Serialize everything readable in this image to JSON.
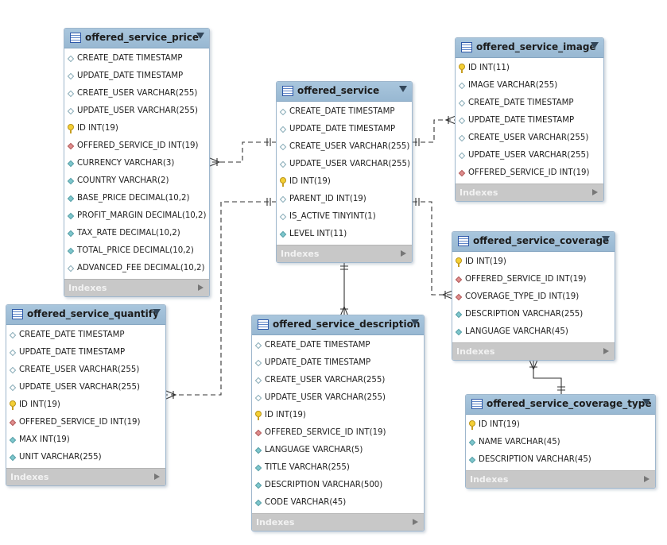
{
  "tables": {
    "price": {
      "name": "offered_service_price",
      "columns": [
        {
          "text": "CREATE_DATE TIMESTAMP",
          "icon": "nullable-column-icon"
        },
        {
          "text": "UPDATE_DATE TIMESTAMP",
          "icon": "nullable-column-icon"
        },
        {
          "text": "CREATE_USER VARCHAR(255)",
          "icon": "nullable-column-icon"
        },
        {
          "text": "UPDATE_USER VARCHAR(255)",
          "icon": "nullable-column-icon"
        },
        {
          "text": "ID INT(19)",
          "icon": "primary-key-icon"
        },
        {
          "text": "OFFERED_SERVICE_ID INT(19)",
          "icon": "foreign-key-icon"
        },
        {
          "text": "CURRENCY VARCHAR(3)",
          "icon": "not-null-column-icon"
        },
        {
          "text": "COUNTRY VARCHAR(2)",
          "icon": "not-null-column-icon"
        },
        {
          "text": "BASE_PRICE DECIMAL(10,2)",
          "icon": "not-null-column-icon"
        },
        {
          "text": "PROFIT_MARGIN DECIMAL(10,2)",
          "icon": "not-null-column-icon"
        },
        {
          "text": "TAX_RATE DECIMAL(10,2)",
          "icon": "not-null-column-icon"
        },
        {
          "text": "TOTAL_PRICE DECIMAL(10,2)",
          "icon": "not-null-column-icon"
        },
        {
          "text": "ADVANCED_FEE DECIMAL(10,2)",
          "icon": "nullable-column-icon"
        }
      ],
      "indexes_label": "Indexes"
    },
    "service": {
      "name": "offered_service",
      "columns": [
        {
          "text": "CREATE_DATE TIMESTAMP",
          "icon": "nullable-column-icon"
        },
        {
          "text": "UPDATE_DATE TIMESTAMP",
          "icon": "nullable-column-icon"
        },
        {
          "text": "CREATE_USER VARCHAR(255)",
          "icon": "nullable-column-icon"
        },
        {
          "text": "UPDATE_USER VARCHAR(255)",
          "icon": "nullable-column-icon"
        },
        {
          "text": "ID INT(19)",
          "icon": "primary-key-icon"
        },
        {
          "text": "PARENT_ID INT(19)",
          "icon": "nullable-column-icon"
        },
        {
          "text": "IS_ACTIVE TINYINT(1)",
          "icon": "nullable-column-icon"
        },
        {
          "text": "LEVEL INT(11)",
          "icon": "not-null-column-icon"
        }
      ],
      "indexes_label": "Indexes"
    },
    "image": {
      "name": "offered_service_image",
      "columns": [
        {
          "text": "ID INT(11)",
          "icon": "primary-key-icon"
        },
        {
          "text": "IMAGE VARCHAR(255)",
          "icon": "nullable-column-icon"
        },
        {
          "text": "CREATE_DATE TIMESTAMP",
          "icon": "nullable-column-icon"
        },
        {
          "text": "UPDATE_DATE TIMESTAMP",
          "icon": "nullable-column-icon"
        },
        {
          "text": "CREATE_USER VARCHAR(255)",
          "icon": "nullable-column-icon"
        },
        {
          "text": "UPDATE_USER VARCHAR(255)",
          "icon": "nullable-column-icon"
        },
        {
          "text": "OFFERED_SERVICE_ID INT(19)",
          "icon": "foreign-key-icon"
        }
      ],
      "indexes_label": "Indexes"
    },
    "coverage": {
      "name": "offered_service_coverage",
      "columns": [
        {
          "text": "ID INT(19)",
          "icon": "primary-key-icon"
        },
        {
          "text": "OFFERED_SERVICE_ID INT(19)",
          "icon": "foreign-key-icon"
        },
        {
          "text": "COVERAGE_TYPE_ID INT(19)",
          "icon": "foreign-key-icon"
        },
        {
          "text": "DESCRIPTION VARCHAR(255)",
          "icon": "not-null-column-icon"
        },
        {
          "text": "LANGUAGE VARCHAR(45)",
          "icon": "not-null-column-icon"
        }
      ],
      "indexes_label": "Indexes"
    },
    "quantify": {
      "name": "offered_service_quantify",
      "columns": [
        {
          "text": "CREATE_DATE TIMESTAMP",
          "icon": "nullable-column-icon"
        },
        {
          "text": "UPDATE_DATE TIMESTAMP",
          "icon": "nullable-column-icon"
        },
        {
          "text": "CREATE_USER VARCHAR(255)",
          "icon": "nullable-column-icon"
        },
        {
          "text": "UPDATE_USER VARCHAR(255)",
          "icon": "nullable-column-icon"
        },
        {
          "text": "ID INT(19)",
          "icon": "primary-key-icon"
        },
        {
          "text": "OFFERED_SERVICE_ID INT(19)",
          "icon": "foreign-key-icon"
        },
        {
          "text": "MAX INT(19)",
          "icon": "not-null-column-icon"
        },
        {
          "text": "UNIT VARCHAR(255)",
          "icon": "not-null-column-icon"
        }
      ],
      "indexes_label": "Indexes"
    },
    "description": {
      "name": "offered_service_description",
      "columns": [
        {
          "text": "CREATE_DATE TIMESTAMP",
          "icon": "nullable-column-icon"
        },
        {
          "text": "UPDATE_DATE TIMESTAMP",
          "icon": "nullable-column-icon"
        },
        {
          "text": "CREATE_USER VARCHAR(255)",
          "icon": "nullable-column-icon"
        },
        {
          "text": "UPDATE_USER VARCHAR(255)",
          "icon": "nullable-column-icon"
        },
        {
          "text": "ID INT(19)",
          "icon": "primary-key-icon"
        },
        {
          "text": "OFFERED_SERVICE_ID INT(19)",
          "icon": "foreign-key-icon"
        },
        {
          "text": "LANGUAGE VARCHAR(5)",
          "icon": "not-null-column-icon"
        },
        {
          "text": "TITLE VARCHAR(255)",
          "icon": "not-null-column-icon"
        },
        {
          "text": "DESCRIPTION VARCHAR(500)",
          "icon": "not-null-column-icon"
        },
        {
          "text": "CODE VARCHAR(45)",
          "icon": "not-null-column-icon"
        }
      ],
      "indexes_label": "Indexes"
    },
    "coverage_type": {
      "name": "offered_service_coverage_type",
      "columns": [
        {
          "text": "ID INT(19)",
          "icon": "primary-key-icon"
        },
        {
          "text": "NAME VARCHAR(45)",
          "icon": "not-null-column-icon"
        },
        {
          "text": "DESCRIPTION VARCHAR(45)",
          "icon": "not-null-column-icon"
        }
      ],
      "indexes_label": "Indexes"
    }
  },
  "icons": {
    "table_icon": "table-icon",
    "collapse_icon": "collapse-arrow-icon",
    "expand_icon": "expand-arrow-icon"
  },
  "relationships": [
    {
      "from": "offered_service",
      "to": "offered_service_price",
      "type": "one-to-many",
      "line": "dashed"
    },
    {
      "from": "offered_service",
      "to": "offered_service_image",
      "type": "one-to-many",
      "line": "dashed"
    },
    {
      "from": "offered_service",
      "to": "offered_service_quantify",
      "type": "one-to-many",
      "line": "dashed"
    },
    {
      "from": "offered_service",
      "to": "offered_service_description",
      "type": "one-to-many",
      "line": "solid"
    },
    {
      "from": "offered_service",
      "to": "offered_service_coverage",
      "type": "one-to-many",
      "line": "dashed"
    },
    {
      "from": "offered_service_coverage_type",
      "to": "offered_service_coverage",
      "type": "one-to-many",
      "line": "solid"
    }
  ]
}
